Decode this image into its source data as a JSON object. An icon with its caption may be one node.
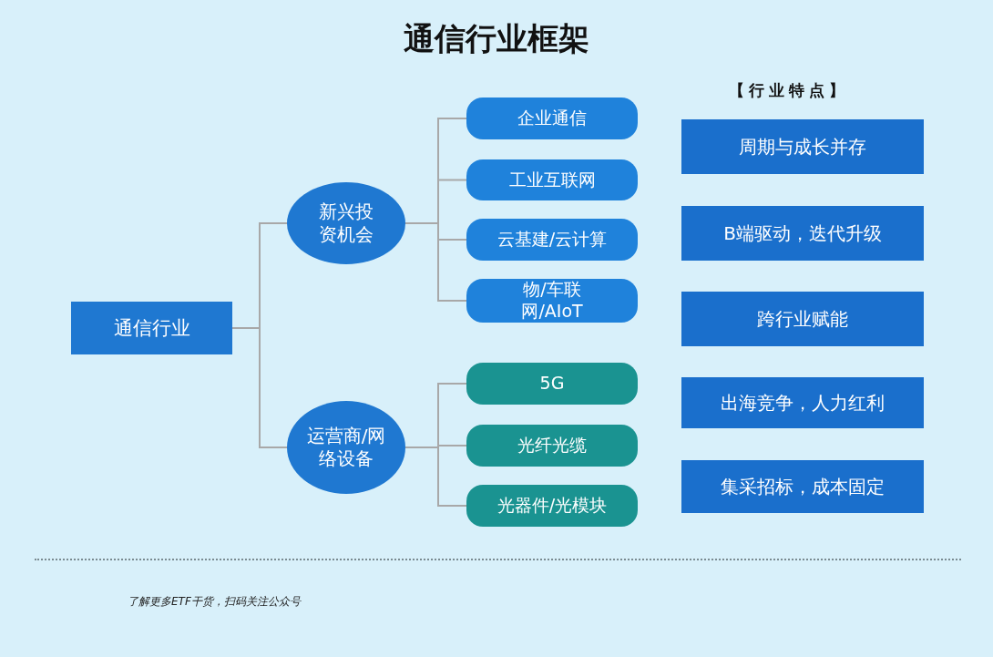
{
  "diagram": {
    "title": "通信行业框架",
    "nodes": [
      {
        "text": [
          "通信行业"
        ]
      },
      {
        "text": [
          "新兴投资机会"
        ]
      },
      {
        "text": [
          "运营商/网络设备"
        ]
      },
      {
        "text": [
          "企业通信"
        ]
      },
      {
        "text": [
          "工业互联网"
        ]
      },
      {
        "text": [
          "云基建/云计算"
        ]
      },
      {
        "text": [
          "物/车联网/AIoT"
        ]
      },
      {
        "text": [
          "5G"
        ]
      },
      {
        "text": [
          "光纤光缆"
        ]
      },
      {
        "text": [
          "光器件/光模块"
        ]
      },
      {
        "text": [
          "周期与成长并存"
        ]
      },
      {
        "text": [
          "B端驱动，迭代升级"
        ]
      },
      {
        "text": [
          "跨行业赋能"
        ]
      },
      {
        "text": [
          "出海竞争，人力红利"
        ]
      },
      {
        "text": [
          "集采招标，成本固定"
        ]
      }
    ],
    "edges": [
      {
        "from": 0,
        "to": 1,
        "arrow": "none"
      },
      {
        "from": 0,
        "to": 2,
        "arrow": "none"
      },
      {
        "from": 1,
        "to": 3,
        "arrow": "none"
      },
      {
        "from": 1,
        "to": 4,
        "arrow": "none"
      },
      {
        "from": 1,
        "to": 5,
        "arrow": "none"
      },
      {
        "from": 1,
        "to": 6,
        "arrow": "none"
      },
      {
        "from": 2,
        "to": 7,
        "arrow": "none"
      },
      {
        "from": 2,
        "to": 8,
        "arrow": "none"
      },
      {
        "from": 2,
        "to": 9,
        "arrow": "none"
      }
    ],
    "labels": [
      "【行业特点】",
      "了解更多ETF干货，扫码关注公众号"
    ]
  }
}
